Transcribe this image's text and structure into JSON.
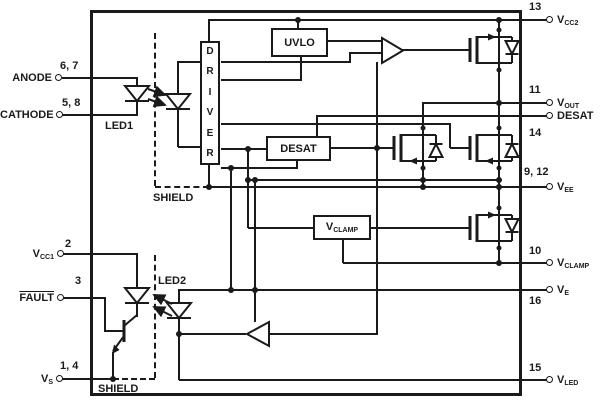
{
  "pins_right": [
    {
      "num": "13",
      "base": "V",
      "sub": "CC2"
    },
    {
      "num": "11",
      "base": "V",
      "sub": "OUT"
    },
    {
      "num": "14",
      "base": "DESAT",
      "sub": ""
    },
    {
      "num": "9, 12",
      "base": "V",
      "sub": "EE"
    },
    {
      "num": "10",
      "base": "V",
      "sub": "CLAMP"
    },
    {
      "num": "16",
      "base": "V",
      "sub": "E"
    },
    {
      "num": "15",
      "base": "V",
      "sub": "LED"
    }
  ],
  "pins_left": [
    {
      "num": "6, 7",
      "base": "ANODE",
      "sub": ""
    },
    {
      "num": "5, 8",
      "base": "CATHODE",
      "sub": ""
    },
    {
      "num": "2",
      "base": "V",
      "sub": "CC1"
    },
    {
      "num": "3",
      "base": "FAULT",
      "sub": ""
    },
    {
      "num": "1, 4",
      "base": "V",
      "sub": "S"
    }
  ],
  "blocks": {
    "uvlo": "UVLO",
    "driver": "DRIVER",
    "desat": "DESAT",
    "vclamp_base": "V",
    "vclamp_sub": "CLAMP"
  },
  "labels": {
    "led1": "LED1",
    "led2": "LED2",
    "shield_top": "SHIELD",
    "shield_bottom": "SHIELD"
  },
  "colors": {
    "line": "#1a1a1a",
    "background": "#ffffff"
  }
}
